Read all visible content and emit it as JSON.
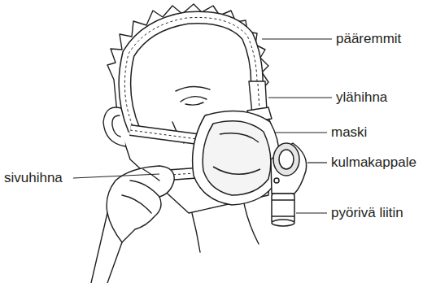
{
  "diagram": {
    "labels": [
      "pääremmit",
      "ylähihna",
      "maski",
      "kulmakappale",
      "sivuhihna",
      "pyörivä liitin"
    ]
  }
}
